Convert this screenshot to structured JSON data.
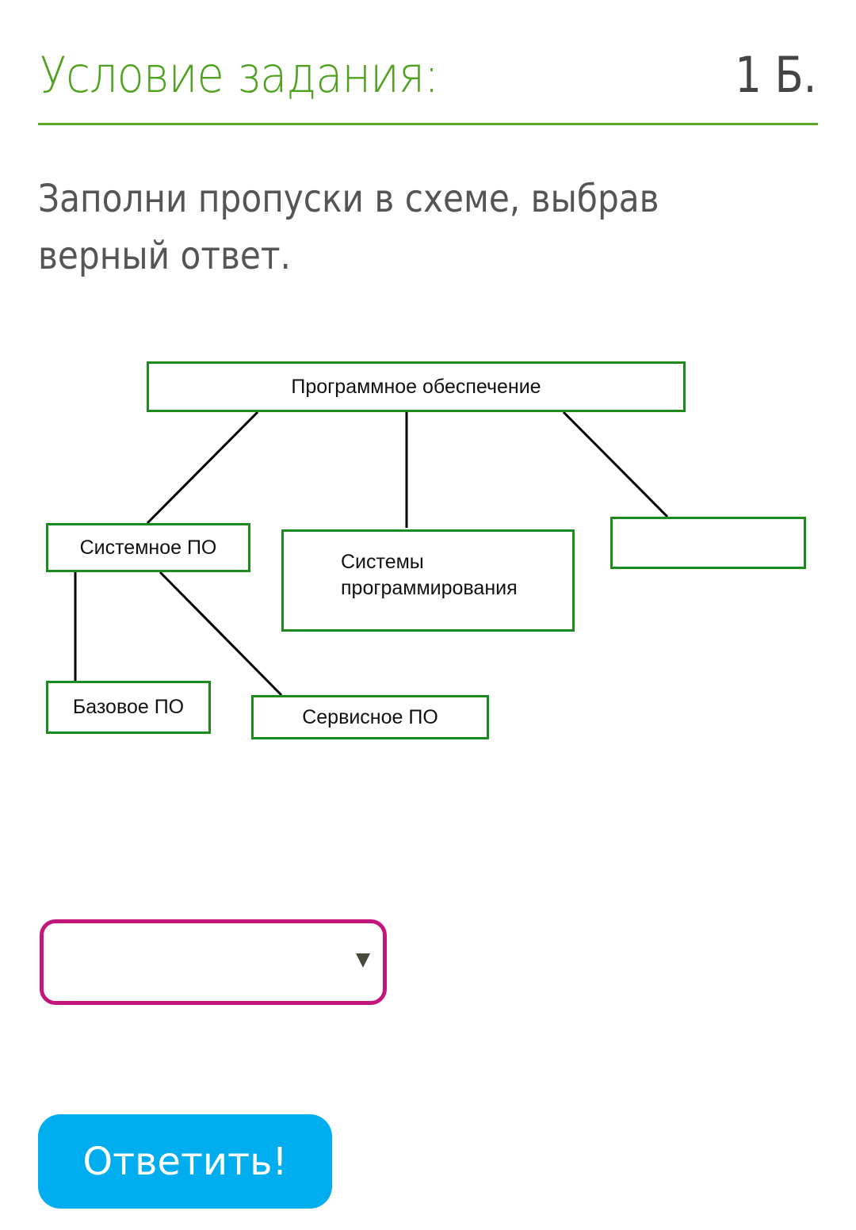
{
  "header": {
    "title": "Условие задания:",
    "points": "1 Б."
  },
  "question": "Заполни пропуски в схеме, выбрав верный ответ.",
  "diagram": {
    "root": "Программное обеспечение",
    "system": "Системное ПО",
    "programming": "Системы программирования",
    "blank": "",
    "base": "Базовое ПО",
    "service": "Сервисное ПО"
  },
  "answer_select": {
    "value": ""
  },
  "submit_label": "Ответить!",
  "colors": {
    "title": "#4ea21f",
    "box_border": "#1e8a1e",
    "select_border": "#c4167a",
    "button": "#00aeef"
  }
}
